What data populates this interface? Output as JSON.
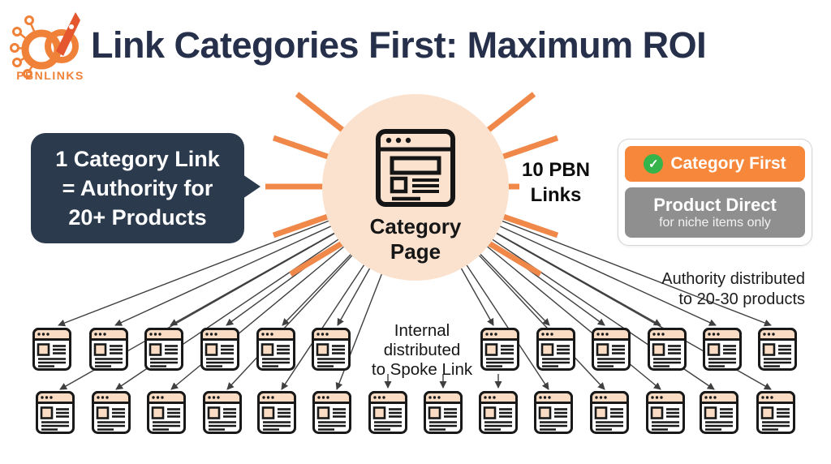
{
  "header": {
    "logo_text": "PBNLINKS",
    "title": "Link Categories First: Maximum ROI"
  },
  "callout": {
    "line1": "1 Category Link",
    "line2": "= Authority for",
    "line3": "20+ Products"
  },
  "hub": {
    "label_line1": "Category",
    "label_line2": "Page"
  },
  "pbn_links": {
    "line1": "10 PBN",
    "line2": "Links",
    "count": 10
  },
  "legend": {
    "primary_label": "Category First",
    "check_glyph": "✓",
    "secondary_label": "Product Direct",
    "secondary_sub": "for niche items only"
  },
  "notes": {
    "authority_line1": "Authority distributed",
    "authority_line2": "to 20-30 products",
    "internal_line1": "Internal",
    "internal_line2": "distributed",
    "internal_line3": "to Spoke Link"
  },
  "spokes": {
    "row1_count": 12,
    "row2_count": 14
  },
  "colors": {
    "accent_orange": "#F0884A",
    "navy_title": "#26304A",
    "callout_bg": "#2B3B4D",
    "circle_bg": "#FBE2CF",
    "badge_orange": "#F6873B",
    "badge_gray": "#8F8F8F",
    "check_green": "#34B44A",
    "icon_peach": "#F9DCC3",
    "icon_stroke": "#191919",
    "line_gray": "#3F3F3F",
    "logo_orange": "#F08138"
  }
}
